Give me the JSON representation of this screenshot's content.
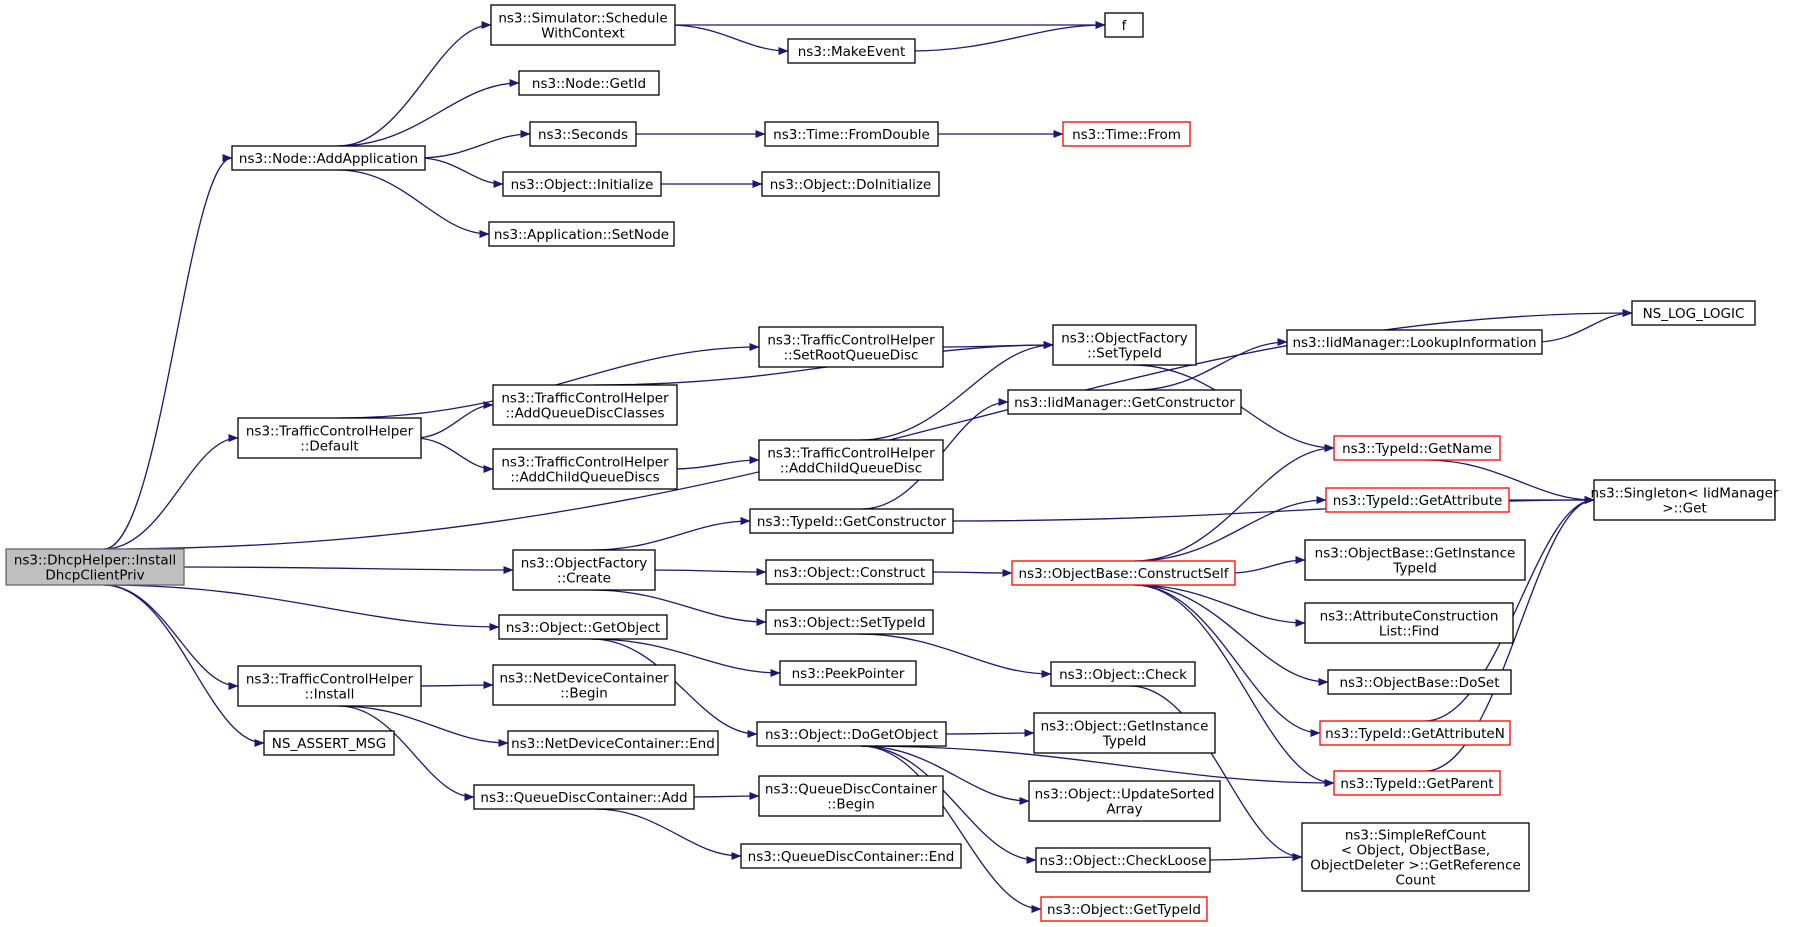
{
  "graph": {
    "colors": {
      "edge": "#191970",
      "node_fill": "#ffffff",
      "root_fill": "#bfbfbf",
      "truncated_border": "#ff0000"
    },
    "nodes": [
      {
        "id": "n0",
        "lines": [
          "ns3::DhcpHelper::Install",
          "DhcpClientPriv"
        ],
        "root": true
      },
      {
        "id": "n1",
        "lines": [
          "ns3::Node::AddApplication"
        ]
      },
      {
        "id": "n2",
        "lines": [
          "ns3::Simulator::Schedule",
          "WithContext"
        ]
      },
      {
        "id": "n3",
        "lines": [
          "f"
        ]
      },
      {
        "id": "n4",
        "lines": [
          "ns3::MakeEvent"
        ]
      },
      {
        "id": "n5",
        "lines": [
          "ns3::Node::GetId"
        ]
      },
      {
        "id": "n6",
        "lines": [
          "ns3::Seconds"
        ]
      },
      {
        "id": "n7",
        "lines": [
          "ns3::Time::FromDouble"
        ]
      },
      {
        "id": "n8",
        "lines": [
          "ns3::Time::From"
        ],
        "truncated": true
      },
      {
        "id": "n9",
        "lines": [
          "ns3::Object::Initialize"
        ]
      },
      {
        "id": "n10",
        "lines": [
          "ns3::Object::DoInitialize"
        ]
      },
      {
        "id": "n11",
        "lines": [
          "ns3::Application::SetNode"
        ]
      },
      {
        "id": "n12",
        "lines": [
          "NS_LOG_LOGIC"
        ]
      },
      {
        "id": "n13",
        "lines": [
          "ns3::TrafficControlHelper",
          "::Default"
        ]
      },
      {
        "id": "n14",
        "lines": [
          "ns3::TrafficControlHelper",
          "::SetRootQueueDisc"
        ]
      },
      {
        "id": "n15",
        "lines": [
          "ns3::ObjectFactory",
          "::SetTypeId"
        ]
      },
      {
        "id": "n16",
        "lines": [
          "ns3::IidManager::LookupInformation"
        ]
      },
      {
        "id": "n17",
        "lines": [
          "ns3::TrafficControlHelper",
          "::AddQueueDiscClasses"
        ]
      },
      {
        "id": "n18",
        "lines": [
          "ns3::IidManager::GetConstructor"
        ]
      },
      {
        "id": "n19",
        "lines": [
          "ns3::TrafficControlHelper",
          "::AddChildQueueDiscs"
        ]
      },
      {
        "id": "n20",
        "lines": [
          "ns3::TrafficControlHelper",
          "::AddChildQueueDisc"
        ]
      },
      {
        "id": "n21",
        "lines": [
          "ns3::TypeId::GetName"
        ],
        "truncated": true
      },
      {
        "id": "n22",
        "lines": [
          "ns3::Singleton< IidManager",
          " >::Get"
        ]
      },
      {
        "id": "n23",
        "lines": [
          "ns3::TypeId::GetAttribute"
        ],
        "truncated": true
      },
      {
        "id": "n24",
        "lines": [
          "ns3::TypeId::GetConstructor"
        ]
      },
      {
        "id": "n25",
        "lines": [
          "ns3::ObjectFactory",
          "::Create"
        ]
      },
      {
        "id": "n26",
        "lines": [
          "ns3::Object::Construct"
        ]
      },
      {
        "id": "n27",
        "lines": [
          "ns3::ObjectBase::ConstructSelf"
        ],
        "truncated": true
      },
      {
        "id": "n28",
        "lines": [
          "ns3::ObjectBase::GetInstance",
          "TypeId"
        ]
      },
      {
        "id": "n29",
        "lines": [
          "ns3::AttributeConstruction",
          "List::Find"
        ]
      },
      {
        "id": "n30",
        "lines": [
          "ns3::Object::GetObject"
        ]
      },
      {
        "id": "n31",
        "lines": [
          "ns3::Object::SetTypeId"
        ]
      },
      {
        "id": "n32",
        "lines": [
          "ns3::PeekPointer"
        ]
      },
      {
        "id": "n33",
        "lines": [
          "ns3::Object::Check"
        ]
      },
      {
        "id": "n34",
        "lines": [
          "ns3::ObjectBase::DoSet"
        ]
      },
      {
        "id": "n35",
        "lines": [
          "ns3::TrafficControlHelper",
          "::Install"
        ]
      },
      {
        "id": "n36",
        "lines": [
          "ns3::NetDeviceContainer",
          "::Begin"
        ]
      },
      {
        "id": "n37",
        "lines": [
          "ns3::TypeId::GetAttributeN"
        ],
        "truncated": true
      },
      {
        "id": "n38",
        "lines": [
          "ns3::Object::DoGetObject"
        ]
      },
      {
        "id": "n39",
        "lines": [
          "ns3::Object::GetInstance",
          "TypeId"
        ]
      },
      {
        "id": "n40",
        "lines": [
          "NS_ASSERT_MSG"
        ]
      },
      {
        "id": "n41",
        "lines": [
          "ns3::NetDeviceContainer::End"
        ]
      },
      {
        "id": "n42",
        "lines": [
          "ns3::TypeId::GetParent"
        ],
        "truncated": true
      },
      {
        "id": "n43",
        "lines": [
          "ns3::QueueDiscContainer::Add"
        ]
      },
      {
        "id": "n44",
        "lines": [
          "ns3::QueueDiscContainer",
          "::Begin"
        ]
      },
      {
        "id": "n45",
        "lines": [
          "ns3::Object::UpdateSorted",
          "Array"
        ]
      },
      {
        "id": "n46",
        "lines": [
          "ns3::SimpleRefCount",
          "< Object, ObjectBase,",
          "ObjectDeleter >::GetReference",
          "Count"
        ]
      },
      {
        "id": "n47",
        "lines": [
          "ns3::QueueDiscContainer::End"
        ]
      },
      {
        "id": "n48",
        "lines": [
          "ns3::Object::CheckLoose"
        ]
      },
      {
        "id": "n49",
        "lines": [
          "ns3::Object::GetTypeId"
        ],
        "truncated": true
      }
    ],
    "edges": [
      [
        "n0",
        "n1"
      ],
      [
        "n0",
        "n12"
      ],
      [
        "n0",
        "n13"
      ],
      [
        "n0",
        "n25"
      ],
      [
        "n0",
        "n30"
      ],
      [
        "n0",
        "n35"
      ],
      [
        "n0",
        "n40"
      ],
      [
        "n1",
        "n2"
      ],
      [
        "n1",
        "n5"
      ],
      [
        "n1",
        "n6"
      ],
      [
        "n1",
        "n9"
      ],
      [
        "n1",
        "n11"
      ],
      [
        "n2",
        "n3"
      ],
      [
        "n2",
        "n4"
      ],
      [
        "n4",
        "n3"
      ],
      [
        "n6",
        "n7"
      ],
      [
        "n7",
        "n8"
      ],
      [
        "n9",
        "n10"
      ],
      [
        "n13",
        "n14"
      ],
      [
        "n13",
        "n17"
      ],
      [
        "n13",
        "n19"
      ],
      [
        "n14",
        "n15"
      ],
      [
        "n17",
        "n15"
      ],
      [
        "n19",
        "n20"
      ],
      [
        "n20",
        "n15"
      ],
      [
        "n15",
        "n21"
      ],
      [
        "n16",
        "n12"
      ],
      [
        "n25",
        "n24"
      ],
      [
        "n25",
        "n26"
      ],
      [
        "n25",
        "n31"
      ],
      [
        "n24",
        "n18"
      ],
      [
        "n24",
        "n22"
      ],
      [
        "n18",
        "n16"
      ],
      [
        "n26",
        "n27"
      ],
      [
        "n27",
        "n21"
      ],
      [
        "n27",
        "n23"
      ],
      [
        "n27",
        "n28"
      ],
      [
        "n27",
        "n29"
      ],
      [
        "n27",
        "n34"
      ],
      [
        "n27",
        "n37"
      ],
      [
        "n27",
        "n42"
      ],
      [
        "n21",
        "n22"
      ],
      [
        "n23",
        "n22"
      ],
      [
        "n37",
        "n22"
      ],
      [
        "n42",
        "n22"
      ],
      [
        "n30",
        "n32"
      ],
      [
        "n30",
        "n38"
      ],
      [
        "n31",
        "n33"
      ],
      [
        "n33",
        "n46"
      ],
      [
        "n38",
        "n39"
      ],
      [
        "n38",
        "n45"
      ],
      [
        "n38",
        "n48"
      ],
      [
        "n38",
        "n49"
      ],
      [
        "n38",
        "n42"
      ],
      [
        "n48",
        "n46"
      ],
      [
        "n35",
        "n36"
      ],
      [
        "n35",
        "n41"
      ],
      [
        "n35",
        "n43"
      ],
      [
        "n43",
        "n44"
      ],
      [
        "n43",
        "n47"
      ]
    ]
  }
}
